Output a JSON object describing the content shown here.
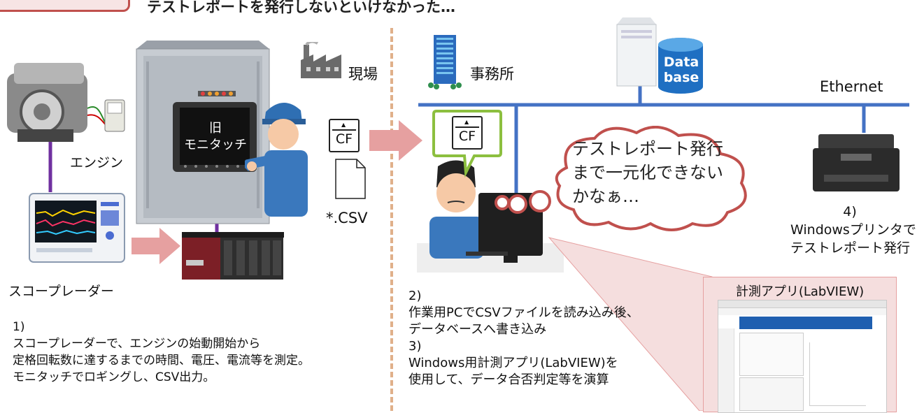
{
  "header": {
    "headline": "テストレポートを発行しないといけなかった…"
  },
  "left": {
    "engine_label": "エンジン",
    "scope_label": "スコープレーダー",
    "monitor_screen_line1": "旧",
    "monitor_screen_line2": "モニタッチ",
    "site_label": "現場",
    "csv_label": "*.CSV",
    "cf_label": "CF",
    "step1": {
      "num": "1)",
      "line1": "スコープレーダーで、エンジンの始動開始から",
      "line2": "定格回転数に達するまでの時間、電圧、電流等を測定。",
      "line3": "モニタッチでロギングし、CSV出力。"
    }
  },
  "right": {
    "office_label": "事務所",
    "db_line1": "Data",
    "db_line2": "base",
    "ethernet_label": "Ethernet",
    "cf_label": "CF",
    "thought_line1": "テストレポート発行",
    "thought_line2": "まで一元化できない",
    "thought_line3": "かなぁ…",
    "step4": {
      "num": "4)",
      "line1": "Windowsプリンタで",
      "line2": "テストレポート発行"
    },
    "step2": {
      "num": "2)",
      "line1": "作業用PCでCSVファイルを読み込み後、",
      "line2": "データベースへ書き込み"
    },
    "step3": {
      "num": "3)",
      "line1": "Windows用計測アプリ(LabVIEW)を",
      "line2": "使用して、データ合否判定等を演算"
    },
    "app_panel_title": "計測アプリ(LabVIEW)"
  },
  "colors": {
    "accent_red": "#c0504d",
    "network_blue": "#4472c4",
    "arrow_pink": "#e6a0a0",
    "signal_purple": "#7030a0",
    "thought_border": "#c0504d",
    "bubble_green": "#8cbf3f"
  },
  "icons": [
    "engine-icon",
    "scope-recorder-icon",
    "monitor-cabinet-icon",
    "worker-icon",
    "factory-icon",
    "office-building-icon",
    "server-icon",
    "database-icon",
    "printer-icon",
    "office-worker-icon",
    "plc-icon",
    "cf-card-icon",
    "csv-file-icon",
    "thought-cloud-icon",
    "arrow-icon"
  ]
}
